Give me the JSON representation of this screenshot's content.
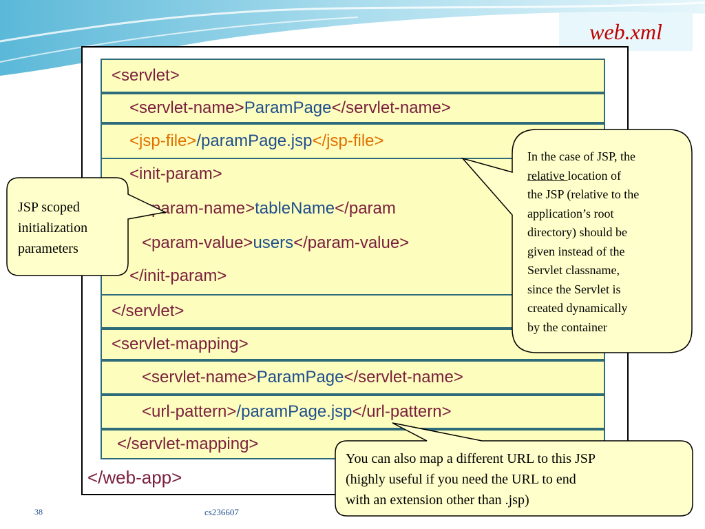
{
  "slide": {
    "title": "web.xml",
    "page_number": "38",
    "course": "cs236607"
  },
  "code": {
    "servlet_open": "<servlet>",
    "servlet_name_open": "<servlet-name>",
    "servlet_name_value": "ParamPage",
    "servlet_name_close": "</servlet-name>",
    "jsp_file_open": "<jsp-file>",
    "jsp_file_value": "/paramPage.jsp",
    "jsp_file_close": "</jsp-file>",
    "init_param_open": "<init-param>",
    "param_name_open": "<param-name>",
    "param_name_value": "tableName",
    "param_name_close": "</param",
    "param_value_open": "<param-value>",
    "param_value_value": "users",
    "param_value_close": "</param-value>",
    "init_param_close": "</init-param>",
    "servlet_close": "</servlet>",
    "mapping_open": "<servlet-mapping>",
    "mapping_name_open": "<servlet-name>",
    "mapping_name_value": "ParamPage",
    "mapping_name_close": "</servlet-name>",
    "url_pattern_open": "<url-pattern>",
    "url_pattern_value": "/paramPage.jsp",
    "url_pattern_close": "</url-pattern>",
    "mapping_close": "</servlet-mapping>",
    "webapp_close": "</web-app>"
  },
  "callouts": {
    "left": {
      "line1": "JSP scoped",
      "line2": "initialization",
      "line3": "parameters"
    },
    "right": {
      "line1": "In the case of JSP, the",
      "line2_underlined": "relative ",
      "line2_rest": "location of",
      "line3": "the JSP (relative to the",
      "line4": "application’s root",
      "line5": "directory) should be",
      "line6": "given instead of the",
      "line7": "Servlet classname,",
      "line8": "since the Servlet is",
      "line9": "created dynamically",
      "line10": "by the container"
    },
    "bottom": {
      "line1": "You can also map a different URL to this JSP",
      "line2": "(highly useful if you need the URL to end",
      "line3": "with an extension other than .jsp)"
    }
  },
  "colors": {
    "title": "#c00000",
    "tag": "#7a1f3d",
    "value": "#1f4e8c",
    "highlight": "#e07000",
    "row_fill": "#fdfdbe",
    "row_border": "#2e6b7a",
    "callout_fill": "#ffffcc"
  }
}
